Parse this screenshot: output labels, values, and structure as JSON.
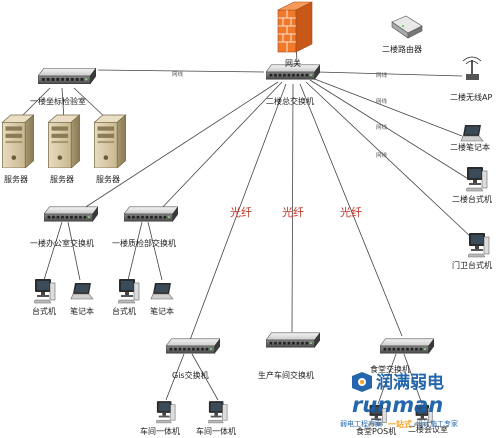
{
  "link_label": "网线",
  "fiber_label": "光纤",
  "nodes": {
    "router": "二楼路由器",
    "gateway": "网关",
    "core_switch": "二楼总交换机",
    "wireless_ap": "二楼无线AP",
    "laptop_2f": "二楼笔记本",
    "desktop_2f": "二楼台式机",
    "gate_desktop": "门卫台式机",
    "lab_switch_1f": "一楼坐标检验室",
    "server_a": "服务器",
    "server_b": "服务器",
    "server_c": "服务器",
    "office_switch": "一楼办公室交换机",
    "qc_switch": "一楼质检部交换机",
    "office_desktop": "台式机",
    "office_laptop": "笔记本",
    "qc_desktop": "台式机",
    "qc_laptop": "笔记本",
    "gis_switch": "Gis交换机",
    "workshop_switch": "生产车间交换机",
    "canteen_switch": "食堂交换机",
    "workshop_pc_a": "车间一体机",
    "workshop_pc_b": "车间一体机",
    "canteen_pos": "食堂POS机",
    "meeting_room": "二楼会议室"
  },
  "logo": {
    "cn_name": "润满弱电",
    "en_name": "runman",
    "tagline_a": "弱电工程方案",
    "tagline_b": "一站式",
    "tagline_c": "设计施工专家"
  },
  "colors": {
    "firewall": "#f07a2a",
    "logo_blue": "#1a5fa8",
    "logo_orange": "#f39c12",
    "fiber_text": "#c0392b"
  }
}
